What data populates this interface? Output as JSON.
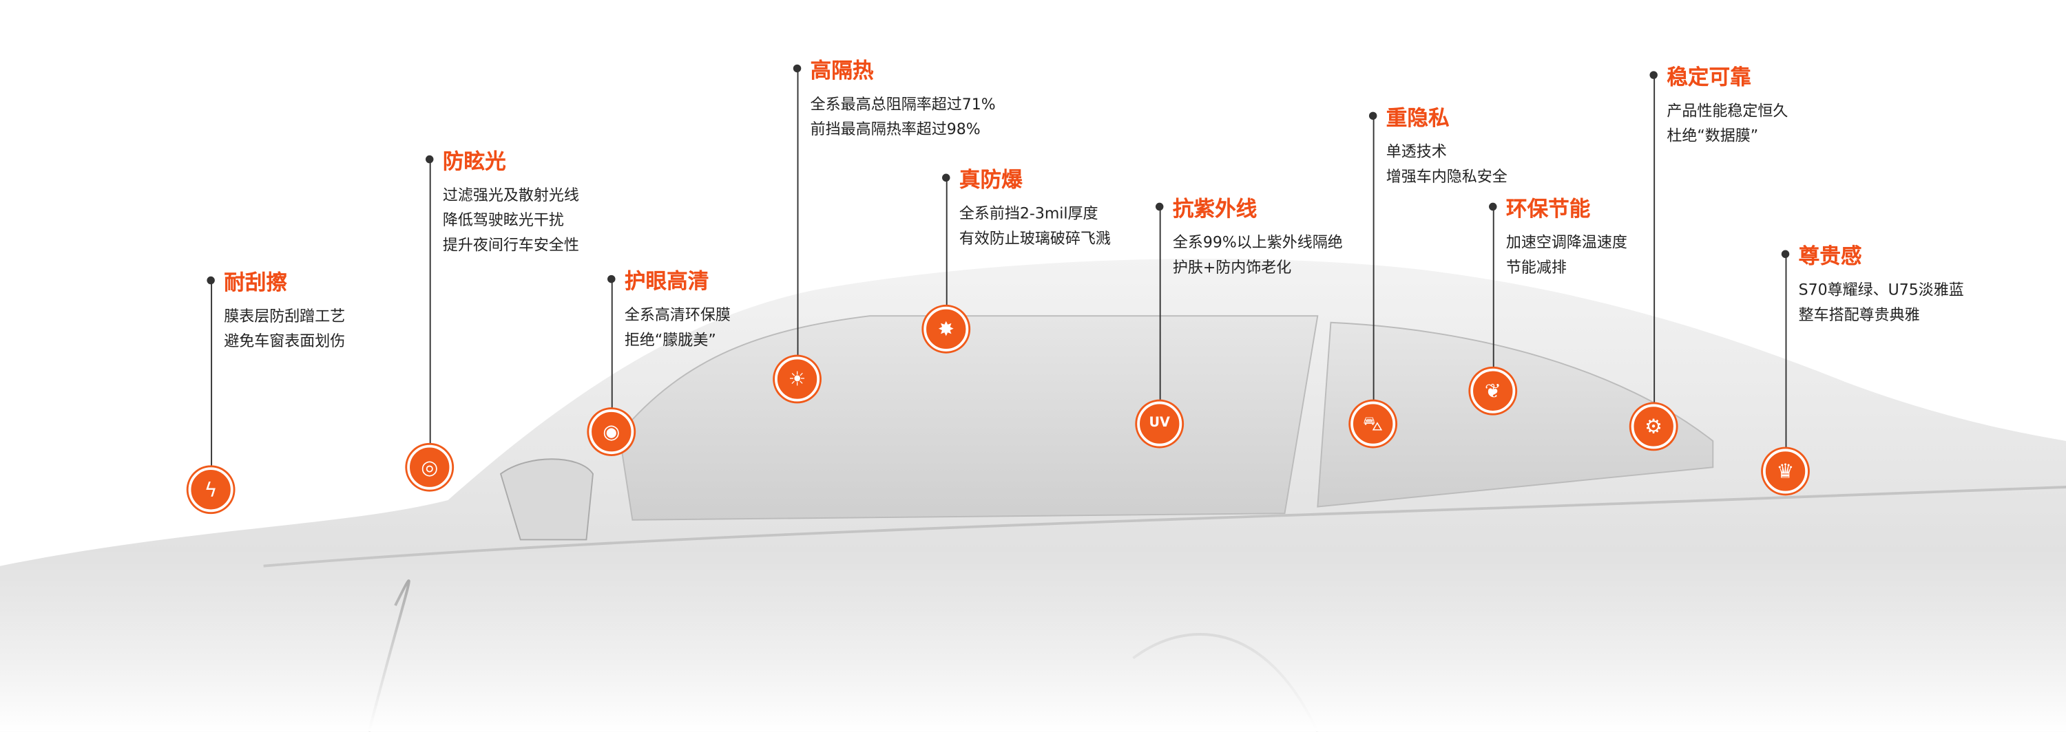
{
  "accent_color": "#f05a1a",
  "features": [
    {
      "title": "耐刮擦",
      "lines": [
        "膜表层防刮蹭工艺",
        "避免车窗表面划伤"
      ],
      "icon": "scratch-icon",
      "glyph": "ϟ"
    },
    {
      "title": "防眩光",
      "lines": [
        "过滤强光及散射光线",
        "降低驾驶眩光干扰",
        "提升夜间行车安全性"
      ],
      "icon": "glare-eye-icon",
      "glyph": "◎"
    },
    {
      "title": "护眼高清",
      "lines": [
        "全系高清环保膜",
        "拒绝“朦胧美”"
      ],
      "icon": "eye-icon",
      "glyph": "◉"
    },
    {
      "title": "高隔热",
      "lines": [
        "全系最高总阻隔率超过71%",
        "前挡最高隔热率超过98%"
      ],
      "icon": "thermometer-icon",
      "glyph": "☀"
    },
    {
      "title": "真防爆",
      "lines": [
        "全系前挡2-3mil厚度",
        "有效防止玻璃破碎飞溅"
      ],
      "icon": "explosion-icon",
      "glyph": "✸"
    },
    {
      "title": "抗紫外线",
      "lines": [
        "全系99%以上紫外线隔绝",
        "护肤+防内饰老化"
      ],
      "icon": "uv-icon",
      "glyph": "UV"
    },
    {
      "title": "重隐私",
      "lines": [
        "单透技术",
        "增强车内隐私安全"
      ],
      "icon": "privacy-car-icon",
      "glyph": "⛍"
    },
    {
      "title": "环保节能",
      "lines": [
        "加速空调降温速度",
        "节能减排"
      ],
      "icon": "leaf-icon",
      "glyph": "❦"
    },
    {
      "title": "稳定可靠",
      "lines": [
        "产品性能稳定恒久",
        "杜绝“数据膜”"
      ],
      "icon": "gear-cycle-icon",
      "glyph": "⚙"
    },
    {
      "title": "尊贵感",
      "lines": [
        "S70尊耀绿、U75淡雅蓝",
        "整车搭配尊贵典雅"
      ],
      "icon": "crown-icon",
      "glyph": "♛"
    }
  ]
}
